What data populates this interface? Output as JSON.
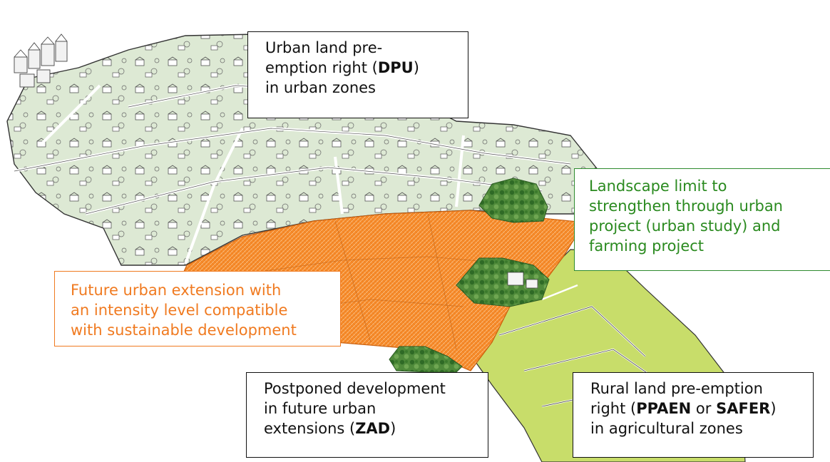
{
  "labels": {
    "dpu": {
      "line1": "Urban land pre-",
      "line2": "emption right (",
      "bold": "DPU",
      "line2_end": ")",
      "line3": "in urban zones"
    },
    "landscape": {
      "line1": "Landscape limit to",
      "line2": "strengthen through urban",
      "line3": "project (urban study) and",
      "line4": "farming project"
    },
    "urban_extension": {
      "line1": "Future urban extension with",
      "line2": "an intensity level compatible",
      "line3": "with sustainable development"
    },
    "zad": {
      "line1": "Postponed development",
      "line2": "in future urban",
      "line3": "extensions (",
      "bold": "ZAD",
      "line3_end": ")"
    },
    "rural": {
      "line1": "Rural land pre-emption",
      "line2_start": "right (",
      "bold1": "PPAEN",
      "mid": " or ",
      "bold2": "SAFER",
      "line2_end": ")",
      "line3": "in agricultural zones"
    }
  },
  "colors": {
    "urban_zone": "#dde9d4",
    "future_extension": "#f58a2a",
    "agricultural": "#c8dd6a",
    "woodland": "#4f8a3a",
    "landscape_accent": "#2a8a1f",
    "extension_accent": "#f07a20"
  }
}
